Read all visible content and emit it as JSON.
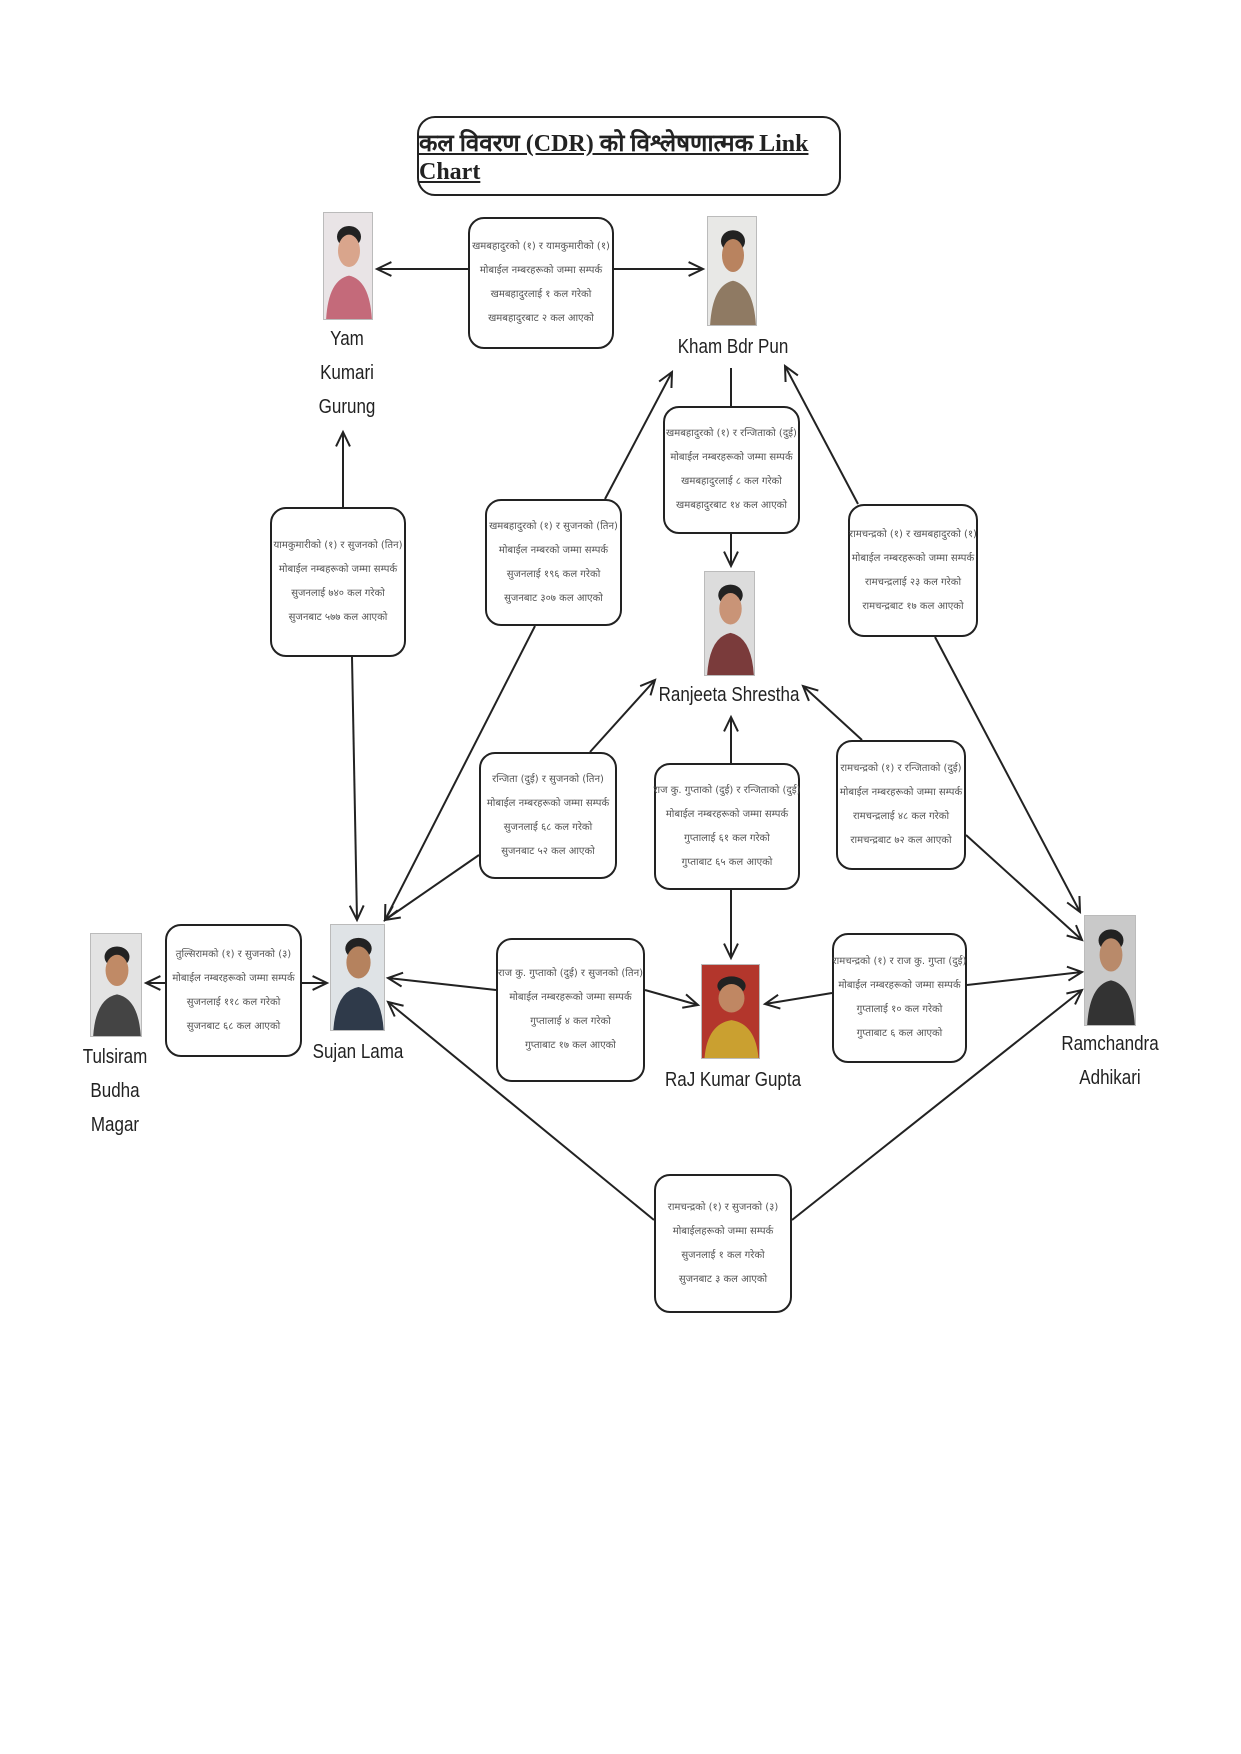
{
  "title": "कल विवरण (CDR) को विश्लेषणात्मक Link Chart",
  "people": {
    "yam": {
      "name_lines": [
        "Yam",
        "Kumari",
        "Gurung"
      ]
    },
    "kham": {
      "name_lines": [
        "Kham Bdr Pun"
      ]
    },
    "ranjeeta": {
      "name_lines": [
        "Ranjeeta Shrestha"
      ]
    },
    "tulsiram": {
      "name_lines": [
        "Tulsiram",
        "Budha",
        "Magar"
      ]
    },
    "sujan": {
      "name_lines": [
        "Sujan Lama"
      ]
    },
    "raj": {
      "name_lines": [
        "RaJ Kumar Gupta"
      ]
    },
    "ramchandra": {
      "name_lines": [
        "Ramchandra",
        "Adhikari"
      ]
    }
  },
  "links": {
    "kham_yam": [
      "खमबहादुरको (१) र यामकुमारीको (१)",
      "मोबाईल नम्बरहरूको जम्मा सम्पर्क",
      "खमबहादुरलाई १ कल गरेको",
      "खमबहादुरबाट २ कल आएको"
    ],
    "yam_sujan": [
      "यामकुमारीको (१) र सुजनको (तिन)",
      "मोबाईल नम्बहरूको जम्मा सम्पर्क",
      "सुजनलाई ७४० कल गरेको",
      "सुजनबाट ५७७ कल आएको"
    ],
    "kham_sujan": [
      "खमबहादुरको (१) र सुजनको (तिन)",
      "मोबाईल नम्बरको जम्मा सम्पर्क",
      "सुजनलाई १९६ कल गरेको",
      "सुजनबाट ३०७ कल आएको"
    ],
    "kham_ranjeeta": [
      "खमबहादुरको (१) र रन्जिताको (दुई)",
      "मोबाईल नम्बरहरूको जम्मा सम्पर्क",
      "खमबहादुरलाई ८ कल गरेको",
      "खमबहादुरबाट १४ कल आएको"
    ],
    "ram_kham": [
      "रामचन्द्रको (१) र खमबहादुरको (१)",
      "मोबाईल नम्बरहरूको जम्मा सम्पर्क",
      "रामचन्द्रलाई २३ कल गरेको",
      "रामचन्द्रबाट १७ कल आएको"
    ],
    "ranjeeta_sujan": [
      "रन्जिता (दुई) र सुजनको (तिन)",
      "मोबाईल नम्बरहरूको जम्मा सम्पर्क",
      "सुजनलाई ६८ कल गरेको",
      "सुजनबाट ५२ कल आएको"
    ],
    "raj_ranjeeta": [
      "राज कु. गुप्ताको (दुई) र रन्जिताको (दुई)",
      "मोबाईल नम्बरहरूको जम्मा सम्पर्क",
      "गुप्तालाई ६१ कल गरेको",
      "गुप्ताबाट ६५ कल आएको"
    ],
    "ram_ranjeeta": [
      "रामचन्द्रको (१) र रन्जिताको (दुई)",
      "मोबाईल नम्बरहरूको जम्मा सम्पर्क",
      "रामचन्द्रलाई ४८ कल गरेको",
      "रामचन्द्रबाट ७२ कल आएको"
    ],
    "tulsi_sujan": [
      "तुल्सिरामको (१) र सुजनको (३)",
      "मोबाईल नम्बरहरूको जम्मा सम्पर्क",
      "सुजनलाई ११८ कल गरेको",
      "सुजनबाट ६८ कल आएको"
    ],
    "raj_sujan": [
      "राज कु. गुप्ताको (दुई) र सुजनको (तिन)",
      "मोबाईल नम्बरहरूको जम्मा सम्पर्क",
      "गुप्तालाई ४ कल गरेको",
      "गुप्ताबाट १७ कल आएको"
    ],
    "ram_raj": [
      "रामचन्द्रको (१) र राज कु. गुप्ता (दुई)",
      "मोबाईल नम्बरहरूको जम्मा सम्पर्क",
      "गुप्तालाई १० कल गरेको",
      "गुप्ताबाट ६ कल आएको"
    ],
    "ram_sujan": [
      "रामचन्द्रको (१) र सुजनको (३)",
      "मोबाईलहरूको जम्मा सम्पर्क",
      "सुजनलाई १ कल गरेको",
      "सुजनबाट ३ कल आएको"
    ]
  }
}
